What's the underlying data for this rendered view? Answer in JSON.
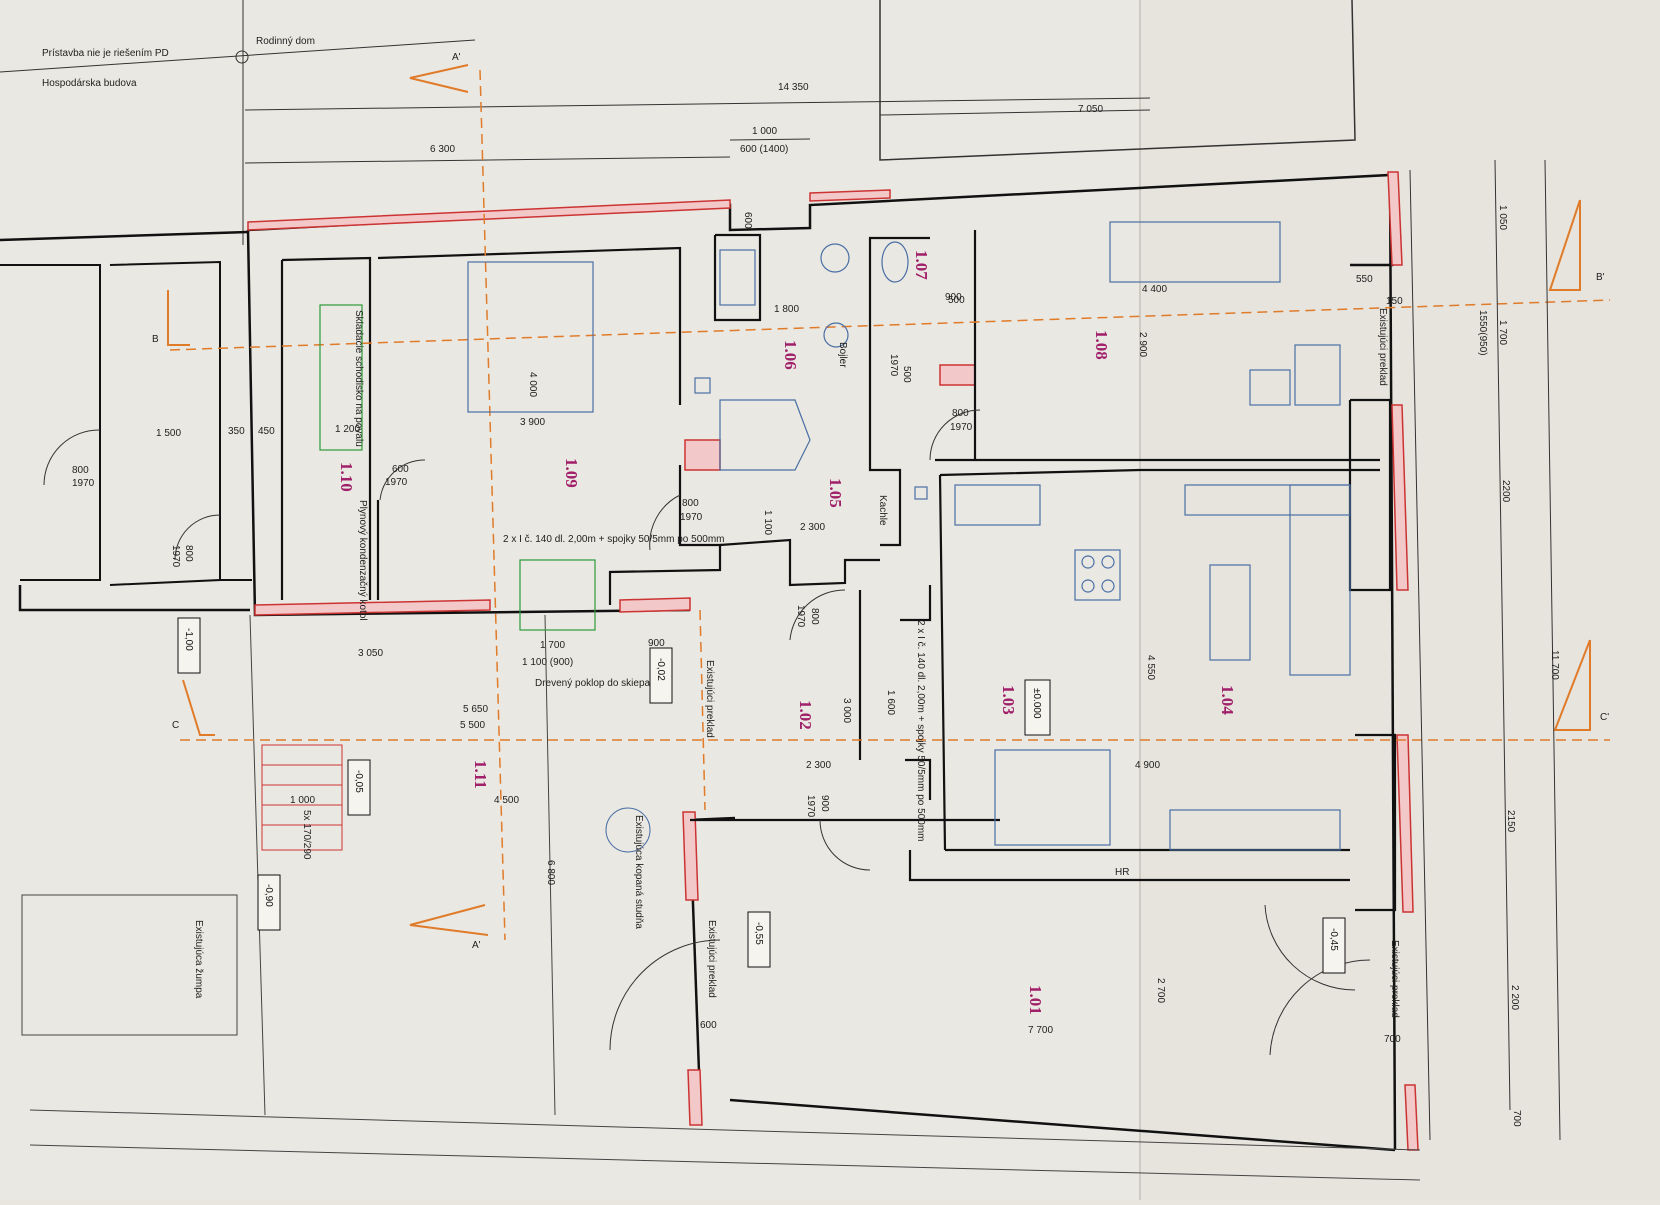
{
  "header": {
    "line1": "Prístavba nie je riešením PD",
    "line2": "Hospodárska budova",
    "building": "Rodinný dom"
  },
  "dimensions": {
    "total_top": "14 350",
    "right_top": "7 050",
    "left_top": "6 300",
    "opening_top": "1 000",
    "opening_sub": "600 (1400)",
    "d_600a": "600",
    "d_1800": "1 800",
    "d_4400": "4 400",
    "d_550": "550",
    "d_150": "150",
    "d_500": "500",
    "d_3900": "3 900",
    "d_4000": "4 000",
    "d_1500": "1 500",
    "d_350": "350",
    "d_450": "450",
    "d_1200": "1 200",
    "d_2300": "2 300",
    "d_1100": "1 100",
    "d_3050": "3 050",
    "d_5650": "5 650",
    "d_5500": "5 500",
    "d_4500": "4 500",
    "d_1000": "1 000",
    "d_2300b": "2 300",
    "d_4900": "4 900",
    "d_7700": "7 700",
    "d_600b": "600",
    "d_700": "700",
    "d_900": "900",
    "d_1050": "1 050",
    "d_1700": "1 700",
    "d_1550": "1550(950)",
    "d_2200": "2200",
    "d_11700": "11 700",
    "d_2150": "2150",
    "d_2200b": "2 200",
    "d_700b": "700",
    "d_6800": "6 800",
    "d_2900": "2 900",
    "d_4550": "4 550",
    "d_2700": "2 700",
    "d_3000": "3 000",
    "d_1600": "1 600"
  },
  "rooms": [
    {
      "id": "1.01"
    },
    {
      "id": "1.02"
    },
    {
      "id": "1.03"
    },
    {
      "id": "1.04"
    },
    {
      "id": "1.05"
    },
    {
      "id": "1.06"
    },
    {
      "id": "1.07"
    },
    {
      "id": "1.08"
    },
    {
      "id": "1.09"
    },
    {
      "id": "1.10"
    },
    {
      "id": "1.11"
    }
  ],
  "doors": {
    "d1": "800",
    "d1b": "1970",
    "d2": "600",
    "d2b": "1970",
    "d3": "800",
    "d3b": "1970",
    "d4": "800",
    "d4b": "1970",
    "d5": "800",
    "d5b": "1970",
    "d6": "900",
    "d6b": "1970",
    "d7": "500",
    "d7b": "1970",
    "d8": "900",
    "d8b": "1970",
    "d9": "800",
    "d9b": "1970"
  },
  "levels": {
    "l1": "-1,00",
    "l2": "-0,02",
    "l3": "±0.000",
    "l4": "-0,05",
    "l5": "-0,90",
    "l6": "-0,55",
    "l7": "-0,45"
  },
  "notes": {
    "stairs_attic": "Skladacie schodisko na povalu",
    "gas_boiler": "Plynový kondenzačný kotol",
    "boiler": "Bojler",
    "stove": "Kachle",
    "lintel_note": "2 x I č. 140 dl. 2,00m + spojky 50/5mm po 500mm",
    "lintel_note2": "2 x I č. 140 dl. 2,00m + spojky 50/5mm po 500mm",
    "cellar": "Drevený poklop do skiepa",
    "well": "Existujúca kopaná studňa",
    "tank": "Existujúca žumpa",
    "lintel1": "Existujúci preklad",
    "lintel2": "Existujúci preklad",
    "lintel3": "Existujúci preklad",
    "lintel4": "Existujúci preklad",
    "hr": "HR",
    "stairs_steps": "5x 170/290",
    "hatch": "1 100 (900)",
    "hatch2": "1 700"
  },
  "section_marks": {
    "a_top": "A'",
    "a_bottom": "A'",
    "b_left": "B",
    "b_right": "B'",
    "c_left": "C",
    "c_right": "C'"
  }
}
